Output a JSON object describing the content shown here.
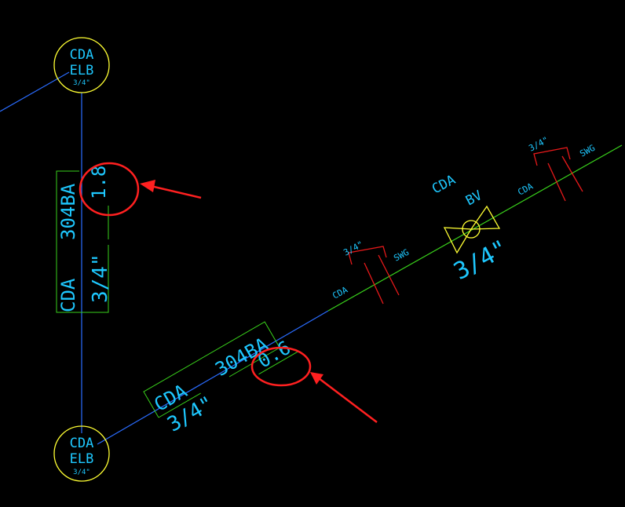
{
  "colors": {
    "background": "#000000",
    "blue_line": "#2a6cff",
    "green_line": "#39d11b",
    "cyan_text": "#1ec8ff",
    "yellow": "#ffff33",
    "red": "#e8191a",
    "highlight": "#ff2020"
  },
  "elbow_top": {
    "line1": "CDA",
    "line2": "ELB",
    "size": "3/4\""
  },
  "elbow_bottom": {
    "line1": "CDA",
    "line2": "ELB",
    "size": "3/4\""
  },
  "vertical_tag": {
    "service": "CDA",
    "material": "304BA",
    "size": "3/4\"",
    "length": "1.8"
  },
  "diagonal_tag": {
    "service": "CDA",
    "material": "304BA",
    "size": "3/4\"",
    "length": "0.6"
  },
  "swage_left": {
    "size": "3/4\"",
    "type": "SWG",
    "service": "CDA"
  },
  "valve": {
    "service": "CDA",
    "type": "BV",
    "size": "3/4\""
  },
  "swage_right": {
    "size": "3/4\"",
    "type": "SWG",
    "service": "CDA"
  }
}
